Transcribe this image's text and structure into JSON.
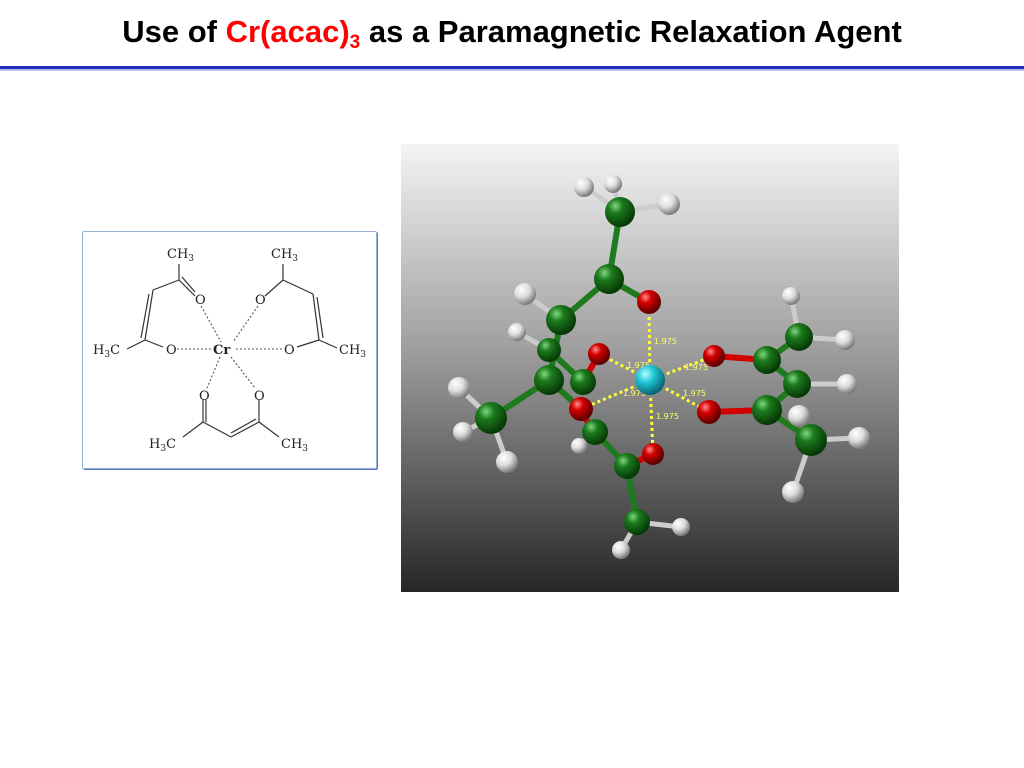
{
  "slide": {
    "title_prefix": "Use of ",
    "title_formula": "Cr(acac)",
    "title_formula_sub": "3",
    "title_suffix": " as a Paramagnetic Relaxation Agent"
  },
  "structure_diagram": {
    "labels": {
      "ch3": "CH",
      "ch3_sub": "3",
      "h3c_h": "H",
      "h3c_sub": "3",
      "h3c_c": "C",
      "oxygen": "O",
      "chromium": "Cr"
    }
  },
  "model_3d": {
    "bond_distance": "1.975",
    "colors": {
      "carbon": "#1d7a1d",
      "oxygen": "#d40000",
      "hydrogen": "#e8e8e8",
      "chromium": "#22c8d8",
      "distance_line": "#ffff33"
    }
  },
  "colors": {
    "title_text": "#000000",
    "title_accent": "#ff0000",
    "header_rule": "#1f2bc0"
  }
}
